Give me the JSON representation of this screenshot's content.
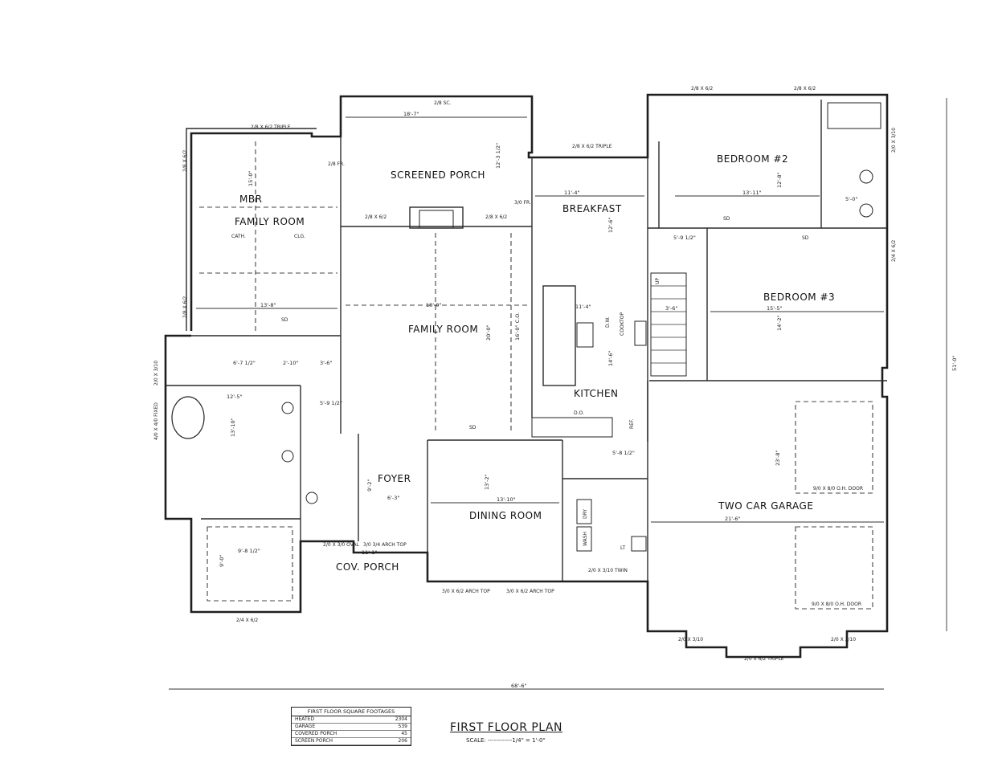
{
  "rooms": {
    "mbr_note": "MBR",
    "family_room_1": "FAMILY ROOM",
    "screened_porch": "SCREENED PORCH",
    "breakfast": "BREAKFAST",
    "bedroom2": "BEDROOM #2",
    "bedroom3": "BEDROOM #3",
    "family_room_2": "FAMILY ROOM",
    "kitchen": "KITCHEN",
    "foyer": "FOYER",
    "dining_room": "DINING ROOM",
    "garage": "TWO CAR GARAGE",
    "cov_porch": "COV. PORCH"
  },
  "labels": {
    "cath": "CATH.",
    "clg": "CLG.",
    "sd1": "SD",
    "sd2": "SD",
    "sd3": "SD",
    "sd4": "SD",
    "cooktop": "COOKTOP",
    "dw": "D.W.",
    "do": "D.O.",
    "ref": "REF.",
    "dry": "DRY",
    "wash": "WASH",
    "lt": "LT",
    "up": "UP"
  },
  "windows": {
    "w_mbr_top": "2/8 X 6/2 TRIPLE",
    "w_porch_top": "2/8 SC.",
    "w_porch_right": "2/8 X 6/2 TRIPLE",
    "w_bed2_top_a": "2/8 X 6/2",
    "w_bed2_top_b": "2/8 X 6/2",
    "w_bath_right": "2/0 X 3/10",
    "w_bed3_right": "2/4 X 6/2",
    "w_gar_bottom_a": "2/0 X 3/10",
    "w_gar_bottom_b": "2/0 X 3/10",
    "w_gar_bottom_mid": "2/0 X 6/2 TRIPLE",
    "w_mbr_left_a": "2/8 X 6/2",
    "w_mbr_left_b": "2/8 X 6/2",
    "w_bath_left_a": "2/0 X 3/10",
    "w_bath_left_b": "4/0 X 4/0 FIXED",
    "w_closet_bottom": "2/4 X 6/2",
    "w_cov_a": "2/0 X 3/0 OVAL",
    "w_cov_b": "3/0 3/4 ARCH TOP",
    "w_dining_a": "3/0 X 6/2 ARCH TOP",
    "w_dining_b": "3/0 X 6/2 ARCH TOP",
    "w_dining_right": "2/0 X 3/10 TWIN",
    "w_gar_door_a": "9/0 X 8/0 O.H. DOOR",
    "w_gar_door_b": "9/0 X 8/0 O.H. DOOR",
    "w_screened_a": "2/8 X 6/2",
    "w_screened_b": "2/8 X 6/2",
    "w_porch_fr": "2/8 FR.",
    "w_porch_fr2": "3/0 FR."
  },
  "dimensions": {
    "d_mbr_width": "13'-8\"",
    "d_mbr_depth": "15'-0\"",
    "d_porch_w": "18'-7\"",
    "d_porch_d": "12'-3 1/2\"",
    "d_break_w": "11'-4\"",
    "d_break_d": "12'-6\"",
    "d_bed2_w": "13'-11\"",
    "d_bed2_d": "12'-8\"",
    "d_bed3_w": "15'-5\"",
    "d_bed3_d": "14'-2\"",
    "d_fam_w": "18'-0\"",
    "d_fam_d": "20'-0\"",
    "d_fam_clg": "16'-0\" C.O.",
    "d_kit_w": "11'-4\"",
    "d_kit_d": "14'-6\"",
    "d_garage_w": "21'-6\"",
    "d_garage_d": "23'-8\"",
    "d_dining_w": "13'-10\"",
    "d_dining_d": "13'-2\"",
    "d_foyer_w": "6'-3\"",
    "d_foyer_d": "9'-2\"",
    "d_bath_w": "12'-5\"",
    "d_bath_d": "13'-10\"",
    "d_closet_w": "9'-8 1/2\"",
    "d_closet_d": "9'-0\"",
    "d_total_w": "68'-6\"",
    "d_total_d": "51'-0\"",
    "d_cov_w": "11'-1\"",
    "d_bath2_w": "5'-0\"",
    "d_hall_a": "5'-9 1/2\"",
    "d_hall_b": "3'-6\"",
    "d_laund": "5'-8 1/2\"",
    "d_misc_a": "6'-7 1/2\"",
    "d_misc_b": "2'-10\"",
    "d_misc_c": "3'-6\"",
    "d_misc_d": "5'-9 1/2\""
  },
  "footage": {
    "header": "FIRST FLOOR SQUARE FOOTAGES",
    "rows": [
      {
        "label": "HEATED",
        "value": "2304"
      },
      {
        "label": "GARAGE",
        "value": "539"
      },
      {
        "label": "COVERED PORCH",
        "value": "45"
      },
      {
        "label": "SCREEN PORCH",
        "value": "206"
      }
    ]
  },
  "title": "FIRST FLOOR PLAN",
  "scale": "SCALE: ------------1/4\" = 1'-0\""
}
